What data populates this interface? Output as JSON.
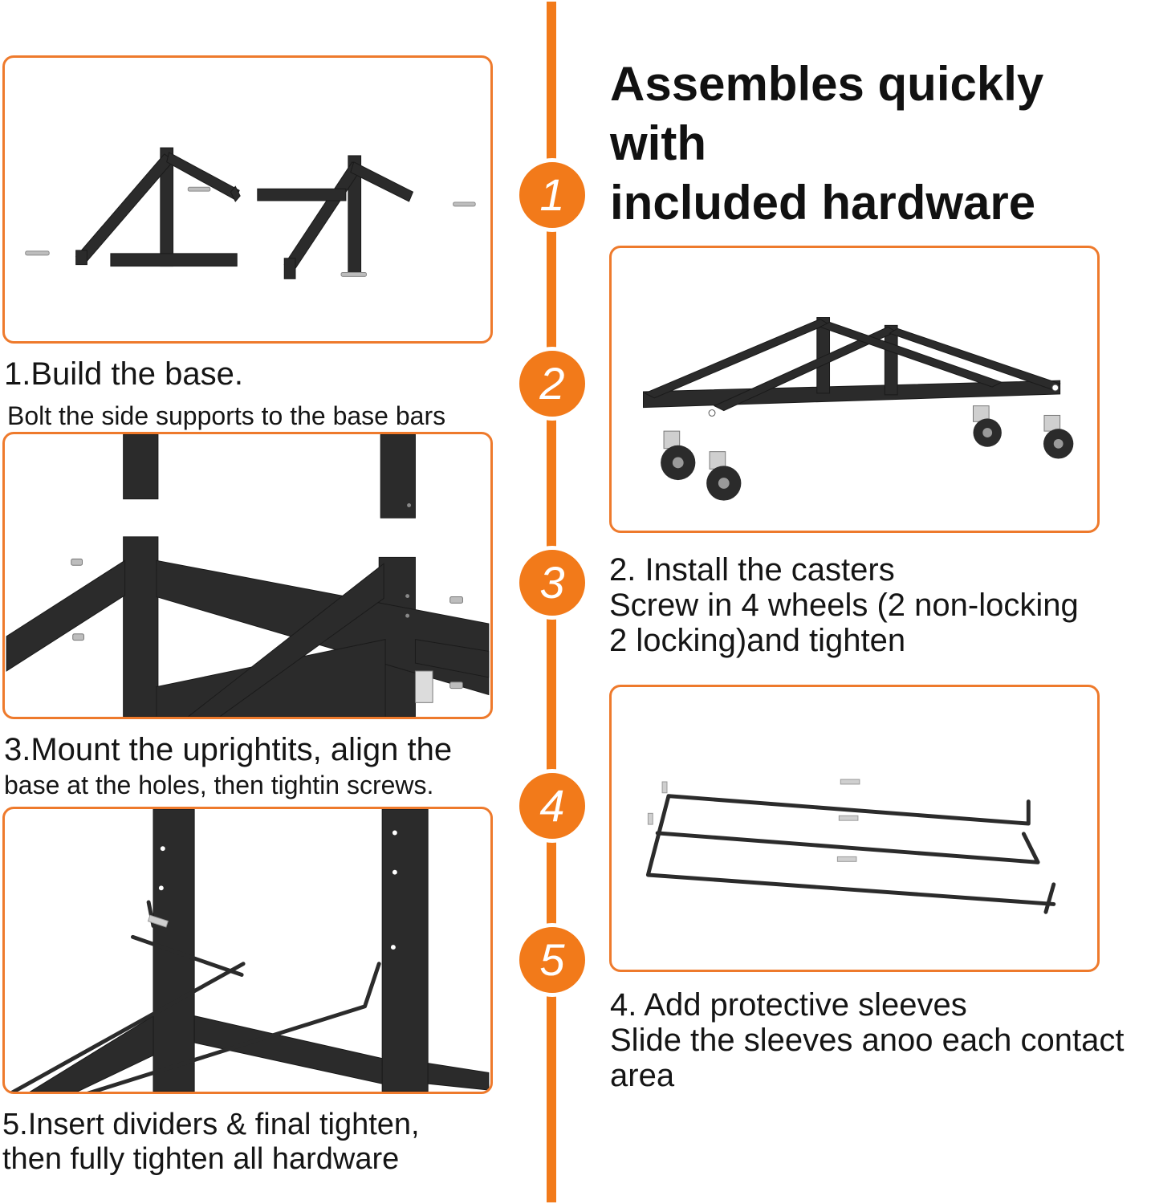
{
  "headline": {
    "line1": "Assembles quickly with",
    "line2": "included hardware"
  },
  "steps": [
    {
      "number": "1",
      "title": "1.Build the base.",
      "detail": "Bolt the side supports to the base bars"
    },
    {
      "number": "2",
      "title": "2. Install the casters",
      "detail": "Screw in 4 wheels (2 non-locking",
      "detail2": "2 locking)and tighten"
    },
    {
      "number": "3",
      "title": "3.Mount the uprightits, align the",
      "detail": "base at the holes, then tightin screws."
    },
    {
      "number": "4",
      "title": "4. Add protective sleeves",
      "detail": "Slide the sleeves anoo each contact",
      "detail2": "area"
    },
    {
      "number": "5",
      "title": "5.Insert dividers & final tighten,",
      "detail": "then fully tighten all hardware"
    }
  ],
  "colors": {
    "accent": "#F27A1A",
    "frame": "#2B2B2B",
    "text": "#151515"
  }
}
